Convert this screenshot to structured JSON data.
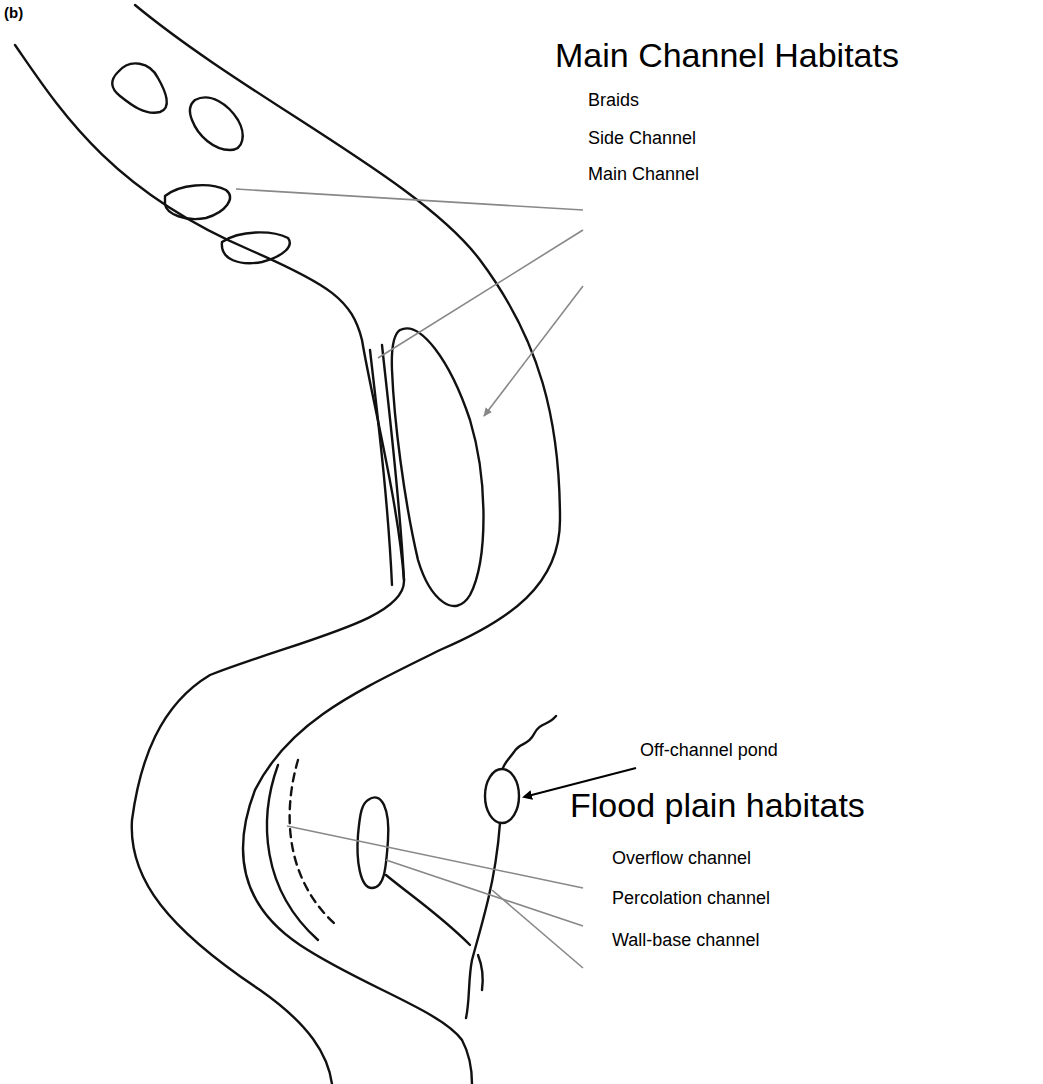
{
  "diagram": {
    "labels": [
      "(b)",
      "Main Channel Habitats",
      "Braids",
      "Side Channel",
      "Main Channel",
      "Off-channel pond",
      "Flood plain habitats",
      "Overflow channel",
      "Percolation channel",
      "Wall-base channel"
    ]
  }
}
